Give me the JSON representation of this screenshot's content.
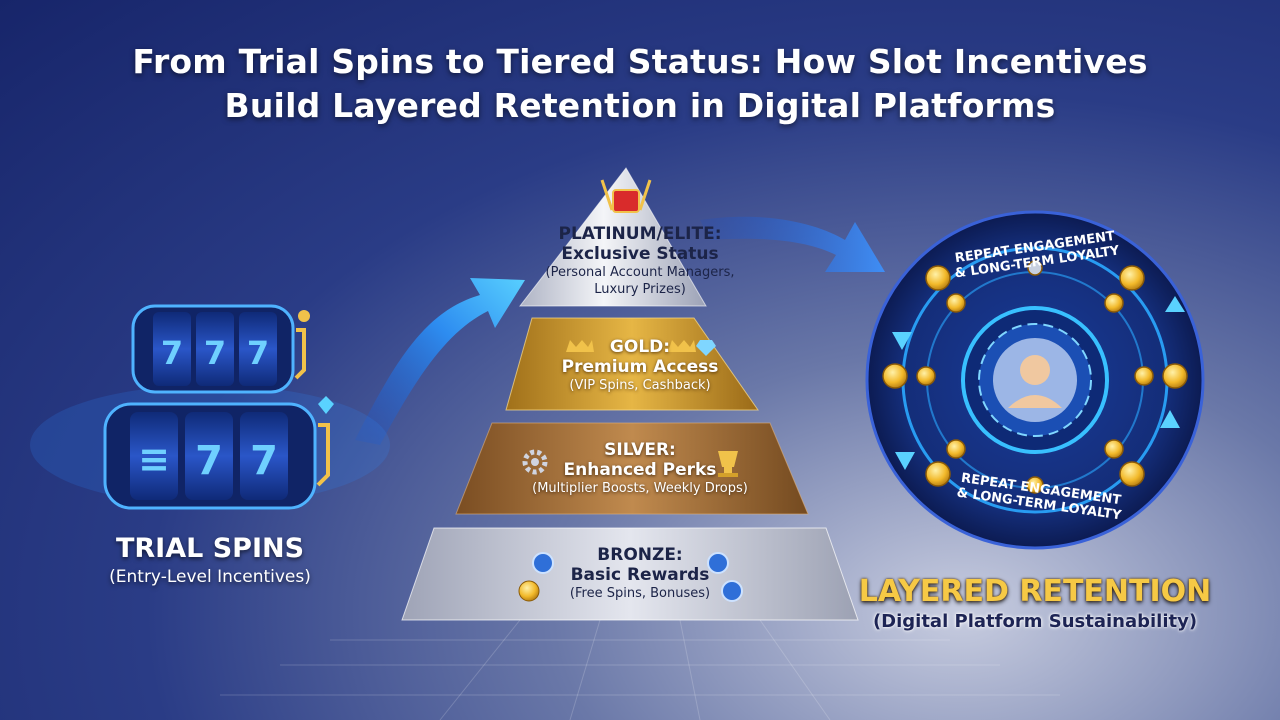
{
  "title": {
    "line1": "From Trial Spins to Tiered Status: How Slot Incentives",
    "line2": "Build Layered Retention in Digital Platforms"
  },
  "trial": {
    "label": "TRIAL SPINS",
    "sublabel": "(Entry-Level Incentives)",
    "reel_symbols": [
      "7",
      "7",
      "7"
    ]
  },
  "tiers": [
    {
      "name": "PLATINUM/ELITE:",
      "subtitle": "Exclusive Status",
      "desc1": "(Personal Account Managers,",
      "desc2": "Luxury Prizes)",
      "color": "#e8eaf0"
    },
    {
      "name": "GOLD:",
      "subtitle": "Premium Access",
      "desc1": "(VIP Spins, Cashback)",
      "color": "#d8a42e"
    },
    {
      "name": "SILVER:",
      "subtitle": "Enhanced Perks",
      "desc1": "(Multiplier Boosts, Weekly Drops)",
      "color": "#b07a3e"
    },
    {
      "name": "BRONZE:",
      "subtitle": "Basic Rewards",
      "desc1": "(Free Spins, Bonuses)",
      "color": "#d3d6e0"
    }
  ],
  "loop": {
    "label_top_1": "REPEAT ENGAGEMENT",
    "label_top_2": "& LONG-TERM LOYALTY",
    "label_bottom_1": "REPEAT ENGAGEMENT",
    "label_bottom_2": "& LONG-TERM LOYALTY"
  },
  "result": {
    "label": "LAYERED RETENTION",
    "sublabel": "(Digital Platform Sustainability)"
  },
  "icons": {
    "crown": "crown-icon",
    "diamond": "diamond-icon",
    "trophy": "trophy-icon",
    "gears": "gears-icon",
    "star": "star-badge-icon",
    "coin": "coin-icon",
    "user": "user-avatar-icon"
  },
  "colors": {
    "accent_blue": "#3fb6ff",
    "gold": "#f6c945",
    "navy": "#17256a"
  }
}
